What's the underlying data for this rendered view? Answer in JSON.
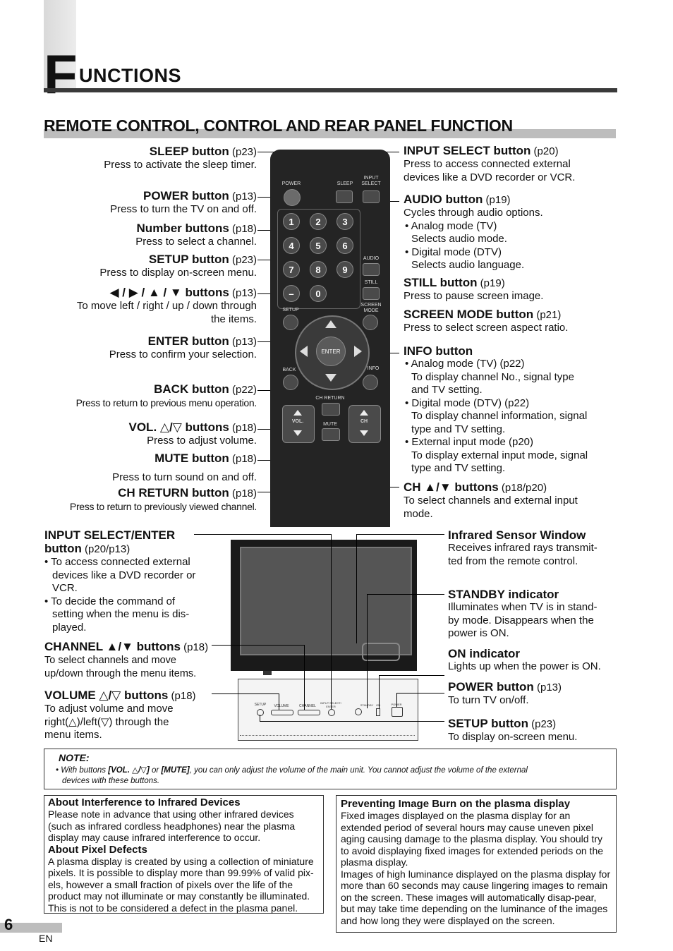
{
  "header": {
    "big_letter": "F",
    "title_rest": "UNCTIONS",
    "section_title": "REMOTE CONTROL, CONTROL AND REAR PANEL FUNCTION"
  },
  "left": {
    "sleep": {
      "name": "SLEEP button",
      "page": " (p23)",
      "desc": "Press to activate the sleep timer."
    },
    "power": {
      "name": "POWER button",
      "page": " (p13)",
      "desc": "Press to turn the TV on and off."
    },
    "number": {
      "name": "Number buttons",
      "page": " (p18)",
      "desc": "Press to select a channel."
    },
    "setup": {
      "name": "SETUP button",
      "page": " (p23)",
      "desc": "Press to display on-screen menu."
    },
    "arrows": {
      "name": "◀ / ▶ / ▲ / ▼ buttons",
      "page": " (p13)",
      "desc1": "To move left / right / up / down through",
      "desc2": "the items."
    },
    "enter": {
      "name": "ENTER button",
      "page": " (p13)",
      "desc": "Press to confirm your selection."
    },
    "back": {
      "name": "BACK button",
      "page": " (p22)",
      "desc": "Press to return to previous menu operation."
    },
    "vol": {
      "name": "VOL. △/▽ buttons",
      "page": " (p18)",
      "desc": "Press to adjust volume."
    },
    "mute": {
      "name": "MUTE button",
      "page": " (p18)",
      "desc": "Press to turn sound on and off."
    },
    "chreturn": {
      "name": "CH RETURN button",
      "page": " (p18)",
      "desc": "Press to return to previously viewed channel."
    }
  },
  "right": {
    "input_select": {
      "name": "INPUT SELECT button",
      "page": " (p20)",
      "desc1": "Press to access connected external",
      "desc2": "devices like a DVD recorder or VCR."
    },
    "audio": {
      "name": "AUDIO button",
      "page": " (p19)",
      "l1": "Cycles through audio options.",
      "l2": "• Analog mode (TV)",
      "l3": "Selects audio mode.",
      "l4": "• Digital mode (DTV)",
      "l5": "Selects audio language."
    },
    "still": {
      "name": "STILL button",
      "page": " (p19)",
      "desc": "Press to pause screen image."
    },
    "screen_mode": {
      "name": "SCREEN MODE button",
      "page": " (p21)",
      "desc": "Press to select screen aspect ratio."
    },
    "info": {
      "name": "INFO button",
      "l1": "• Analog mode (TV) (p22)",
      "l2": "To display channel No., signal type",
      "l3": "and TV setting.",
      "l4": "• Digital mode (DTV) (p22)",
      "l5": "To display channel information, signal",
      "l6": "type and TV setting.",
      "l7": "• External input mode (p20)",
      "l8": "To display external input mode, signal",
      "l9": "type and TV setting."
    },
    "ch": {
      "name": "CH ▲/▼ buttons",
      "page": " (p18/p20)",
      "desc1": "To select channels and external input",
      "desc2": "mode."
    }
  },
  "remote": {
    "power": "POWER",
    "sleep": "SLEEP",
    "input": "INPUT",
    "select": "SELECT",
    "digits": [
      "1",
      "2",
      "3",
      "4",
      "5",
      "6",
      "7",
      "8",
      "9",
      "–",
      "0"
    ],
    "audio": "AUDIO",
    "still": "STILL",
    "setup": "SETUP",
    "screen": "SCREEN",
    "mode": "MODE",
    "enter": "ENTER",
    "back": "BACK",
    "info": "INFO",
    "chreturn": "CH RETURN",
    "mute": "MUTE",
    "vol": "VOL.",
    "ch": "CH"
  },
  "panel": {
    "input_enter": {
      "name": "INPUT SELECT/ENTER",
      "name2": "button",
      "page": " (p20/p13)",
      "b1a": "• To access connected external",
      "b1b": "devices like a DVD recorder or",
      "b1c": "VCR.",
      "b2a": "• To decide the command of",
      "b2b": "setting when the menu is dis-",
      "b2c": "played."
    },
    "channel": {
      "name": "CHANNEL ▲/▼ buttons",
      "page": " (p18)",
      "d1": "To select channels and move",
      "d2": "up/down through the menu items."
    },
    "volume": {
      "name": "VOLUME △/▽ buttons",
      "page": " (p18)",
      "d1": "To adjust volume and move",
      "d2": "right(△)/left(▽) through the",
      "d3": "menu items."
    },
    "infrared": {
      "name": "Infrared Sensor Window",
      "d1": "Receives infrared rays transmit-",
      "d2": "ted from the remote control."
    },
    "standby": {
      "name": "STANDBY indicator",
      "d1": "Illuminates when TV is in stand-",
      "d2": "by mode. Disappears when the",
      "d3": "power is ON."
    },
    "on": {
      "name": "ON indicator",
      "d1": "Lights up when the power is ON."
    },
    "power": {
      "name": "POWER button",
      "page": " (p13)",
      "d1": "To turn TV on/off."
    },
    "setup": {
      "name": "SETUP button",
      "page": " (p23)",
      "d1": "To display on-screen menu."
    },
    "labels": {
      "setup": "SETUP",
      "volume": "VOLUME",
      "channel": "CHANNEL",
      "input": "INPUT SELECT/ ENTER",
      "standby": "STANDBY",
      "on": "ON",
      "power": "POWER"
    }
  },
  "note": {
    "title": "NOTE:",
    "t1": "• With buttons ",
    "t2": "[VOL. △/▽]",
    "t3": " or ",
    "t4": "[MUTE]",
    "t5": ", you can only adjust the volume of the main unit. You cannot adjust the volume of the external",
    "t6": "devices with these buttons."
  },
  "box1": {
    "h1": "About Interference to Infrared Devices",
    "p1": "Please note in advance that using other infrared devices (such as infrared cordless headphones) near the plasma display may cause infrared interference to occur.",
    "h2": "About Pixel Defects",
    "p2": "A plasma display is created by using a collection of miniature pixels. It is possible to display more than 99.99% of valid pix-els, however a small fraction of pixels over the life of the product may not illuminate or may constantly be illuminated. This is not to be considered a defect in the plasma panel."
  },
  "box2": {
    "h1": "Preventing Image Burn on the plasma display",
    "p1": "Fixed images displayed on the plasma display for an extended period of several hours may cause uneven pixel aging causing damage to the plasma display. You should try to avoid displaying fixed images for extended periods on the plasma display.",
    "p2": "Images of high luminance displayed on the plasma display for more than 60 seconds may cause lingering images to remain on the screen. These images will automatically disap-pear, but may take time depending on the luminance of the images and how long they were displayed on the screen."
  },
  "footer": {
    "page": "6",
    "lang": "EN"
  }
}
